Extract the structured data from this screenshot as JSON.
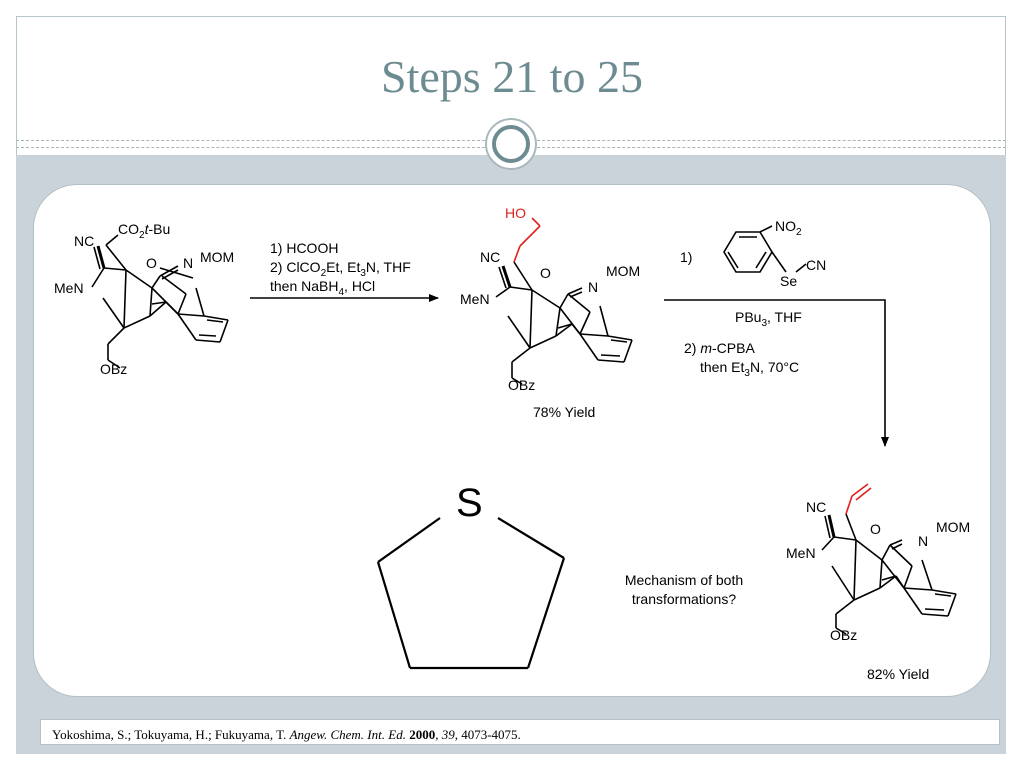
{
  "slide": {
    "title": "Steps 21 to 25"
  },
  "compounds": {
    "start": {
      "atoms": {
        "nc": "NC",
        "ester_co2": "CO",
        "ester_sub": "2",
        "ester_tbu_t": "t",
        "ester_tbu_rest": "-Bu",
        "o": "O",
        "n": "N",
        "mom": "MOM",
        "men": "MeN",
        "obz": "OBz"
      }
    },
    "intermediate": {
      "atoms": {
        "ho": "HO",
        "nc": "NC",
        "o": "O",
        "n": "N",
        "mom": "MOM",
        "men": "MeN",
        "obz": "OBz"
      },
      "yield": "78% Yield"
    },
    "reagent": {
      "atoms": {
        "no2": "NO",
        "no2_sub": "2",
        "se": "Se",
        "cn": "CN"
      }
    },
    "product": {
      "atoms": {
        "nc": "NC",
        "o": "O",
        "n": "N",
        "mom": "MOM",
        "men": "MeN",
        "obz": "OBz"
      },
      "yield": "82% Yield"
    },
    "thiolane": {
      "atom": "S"
    }
  },
  "conditions": {
    "step1": {
      "line1": "1) HCOOH",
      "line2_a": "2) ClCO",
      "line2_sub": "2",
      "line2_b": "Et, Et",
      "line2_sub2": "3",
      "line2_c": "N, THF",
      "line3_a": "then NaBH",
      "line3_sub": "4",
      "line3_b": ", HCl"
    },
    "step2": {
      "label1": "1)",
      "line_pbu_a": "PBu",
      "line_pbu_sub": "3",
      "line_pbu_b": ", THF",
      "line2_a": "2) ",
      "line2_em": "m",
      "line2_b": "-CPBA",
      "line3_a": "then Et",
      "line3_sub": "3",
      "line3_b": "N, 70°C"
    }
  },
  "question": {
    "line1": "Mechanism of both",
    "line2": "transformations?"
  },
  "citation": {
    "authors": "Yokoshima, S.; Tokuyama, H.; Fukuyama, T. ",
    "journal": "Angew. Chem. Int. Ed.",
    "year": "2000",
    "volume": "39",
    "pages": ", 4073-4075."
  },
  "colors": {
    "title": "#6d8c92",
    "band": "#c9d3d9",
    "highlight": "#e0201b",
    "bond": "#000000"
  }
}
